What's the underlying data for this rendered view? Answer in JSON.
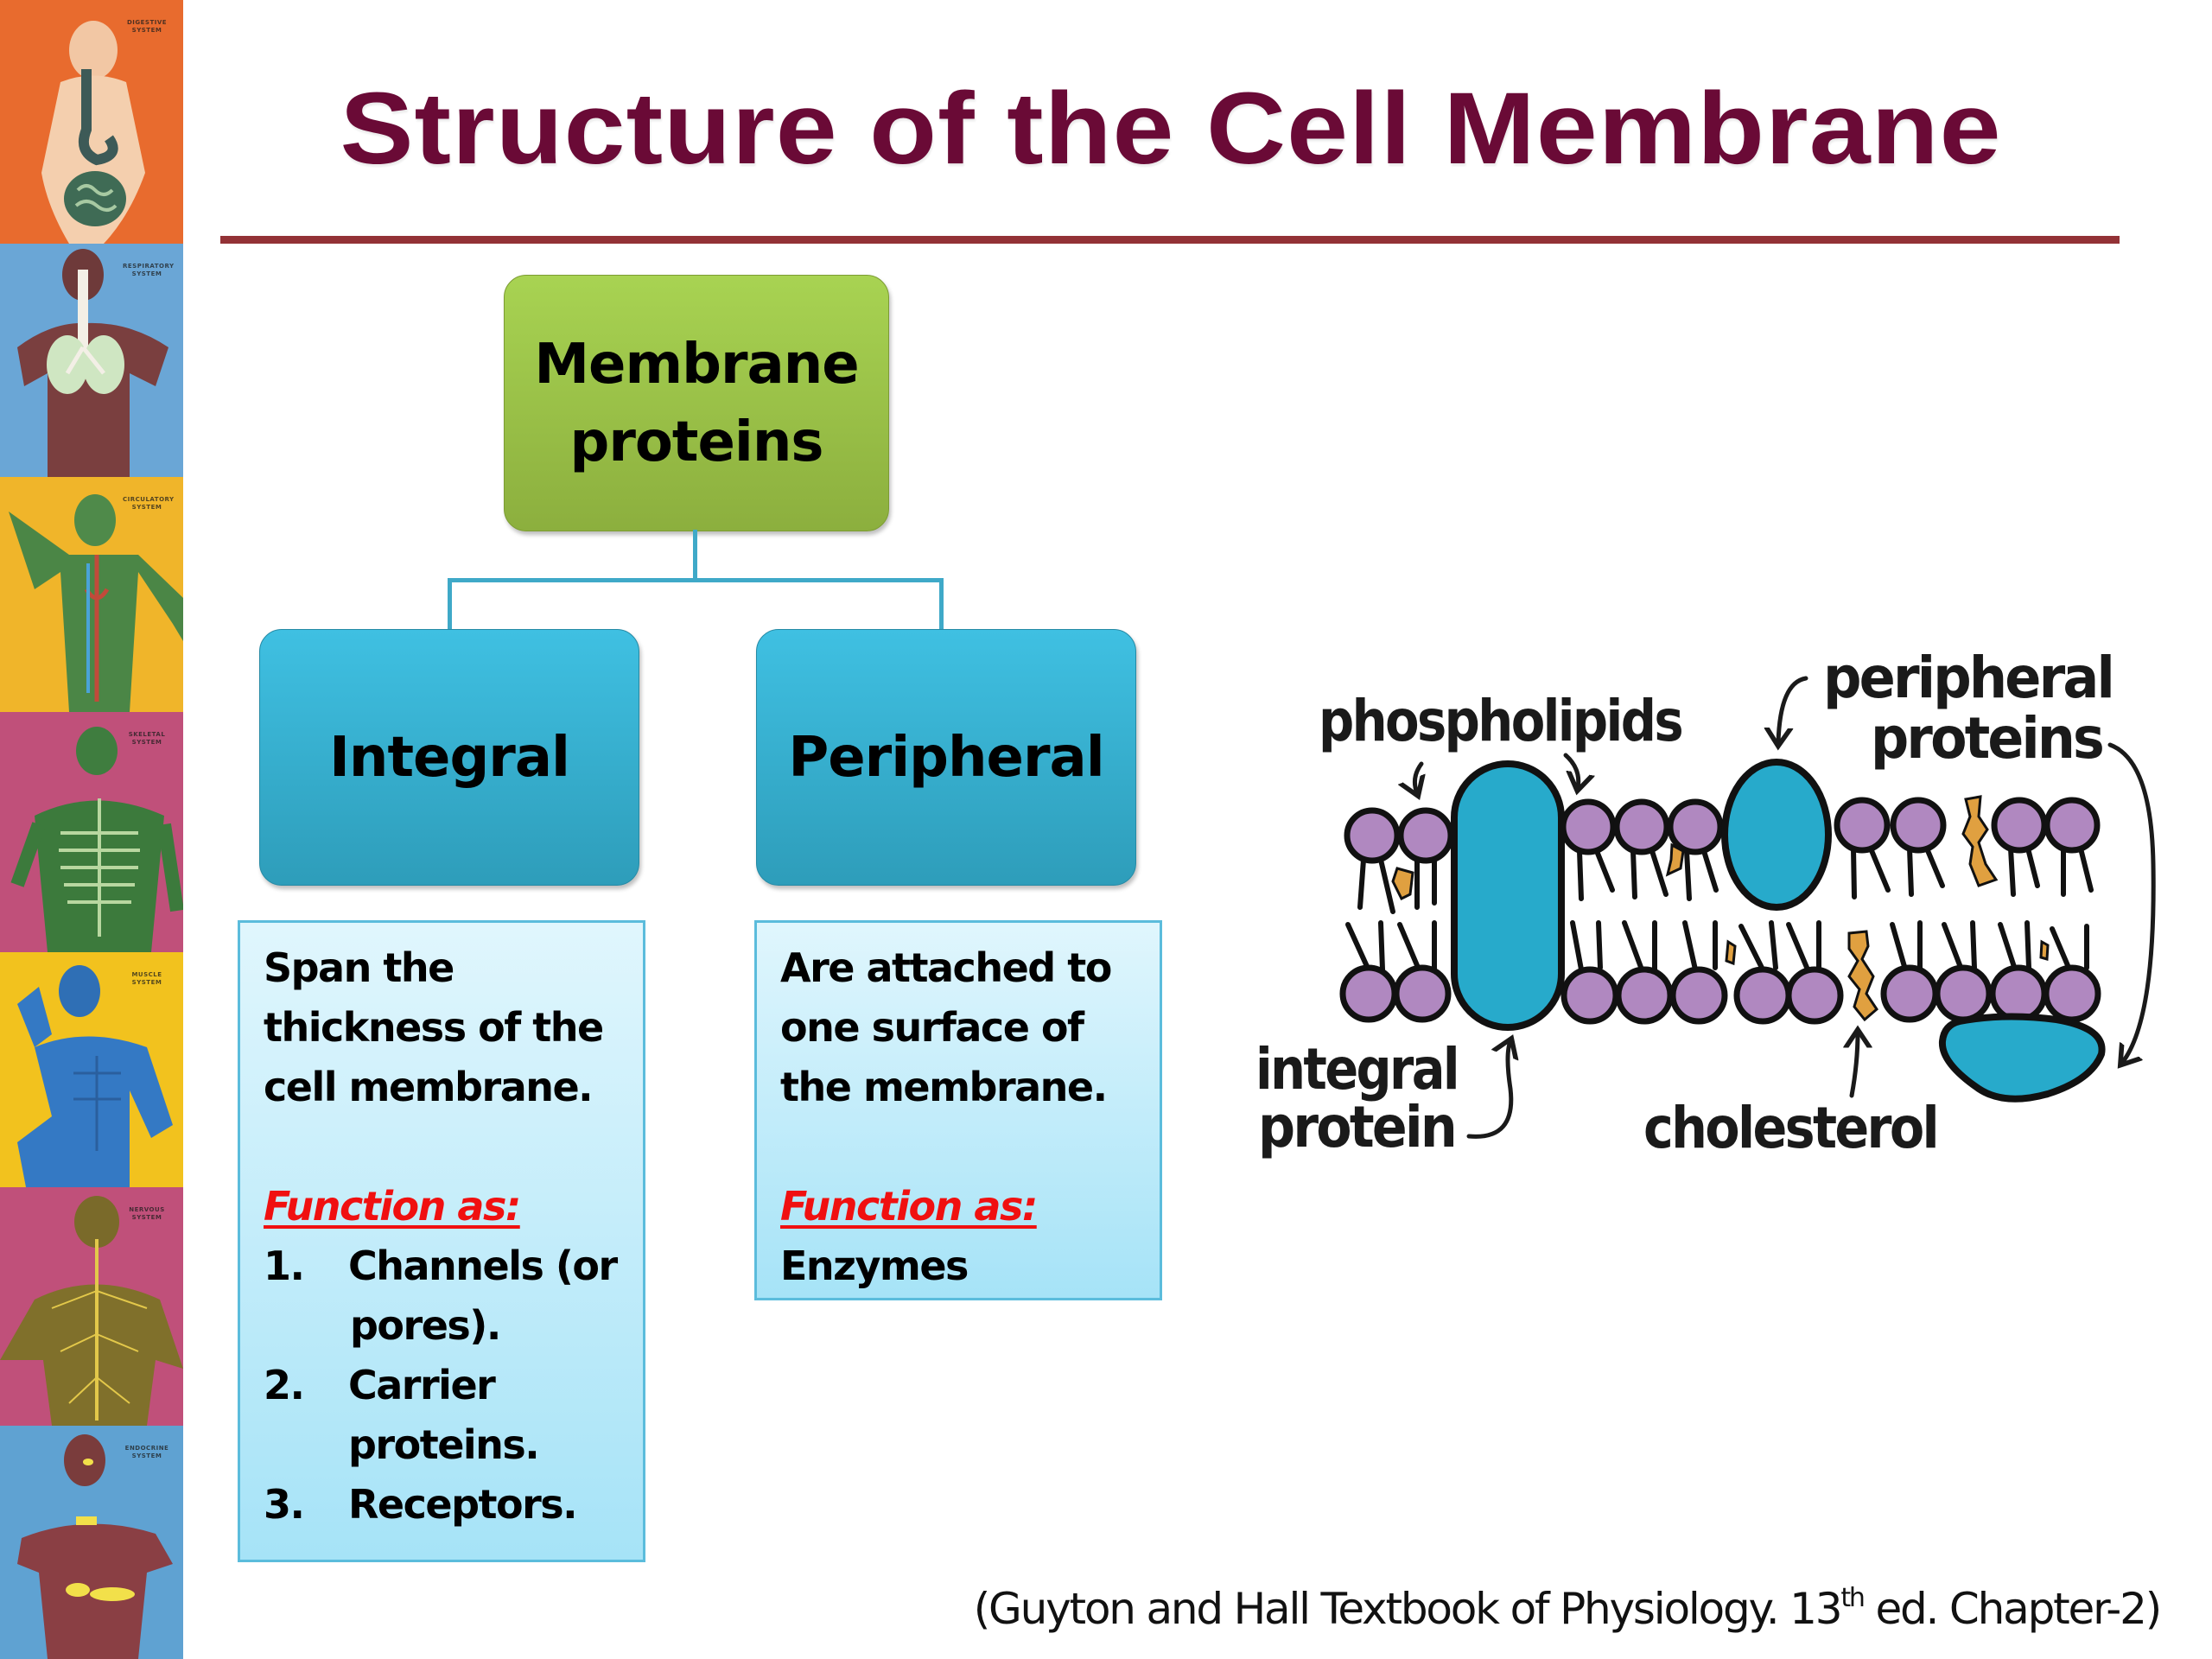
{
  "slide": {
    "title": "Structure of the Cell Membrane",
    "colors": {
      "title": "#6a0a36",
      "rule": "#933236",
      "root_node": "#9cc447",
      "child_node": "#36aed0",
      "description_box": "#c6eefa",
      "function_label": "#f01010",
      "lipid_head": "#b088c0",
      "protein": "#27aacb",
      "cholesterol": "#e0a040"
    }
  },
  "side_strip": {
    "panels": [
      {
        "system": "digestive system",
        "background": "#e86b2e",
        "caption": "DIGESTIVE SYSTEM"
      },
      {
        "system": "respiratory system",
        "background": "#6aa6d6",
        "caption": "RESPIRATORY SYSTEM"
      },
      {
        "system": "circulatory system",
        "background": "#f0b52a",
        "caption": "CIRCULATORY SYSTEM"
      },
      {
        "system": "skeletal system",
        "background": "#c0507a",
        "caption": "SKELETAL SYSTEM"
      },
      {
        "system": "muscle system",
        "background": "#f2c21e",
        "caption": "MUSCLE SYSTEM"
      },
      {
        "system": "nervous system",
        "background": "#c0507a",
        "caption": "NERVOUS SYSTEM"
      },
      {
        "system": "endocrine system",
        "background": "#5fa2d2",
        "caption": "ENDOCRINE SYSTEM"
      }
    ]
  },
  "org_chart": {
    "root": {
      "line1": "Membrane",
      "line2": "proteins"
    },
    "children": [
      {
        "label": "Integral",
        "description": [
          "Span the",
          "thickness of the",
          "cell membrane."
        ],
        "function_label": "Function as:",
        "functions": [
          {
            "num": "1.",
            "lines": [
              "Channels (or",
              "pores)."
            ]
          },
          {
            "num": "2.",
            "lines": [
              "Carrier",
              "proteins."
            ]
          },
          {
            "num": "3.",
            "lines": [
              "Receptors."
            ]
          }
        ]
      },
      {
        "label": "Peripheral",
        "description": [
          "Are attached to",
          "one surface of",
          "the membrane."
        ],
        "function_label": "Function as:",
        "functions_text": "Enzymes"
      }
    ]
  },
  "membrane_diagram": {
    "labels": {
      "phospholipids": "phospholipids",
      "peripheral_line1": "peripheral",
      "peripheral_line2": "proteins",
      "integral_line1": "integral",
      "integral_line2": "protein",
      "cholesterol": "cholesterol"
    }
  },
  "citation": {
    "before": "(Guyton and Hall Textbook of Physiology. 13",
    "superscript": "th",
    "after": " ed. Chapter-2)"
  }
}
